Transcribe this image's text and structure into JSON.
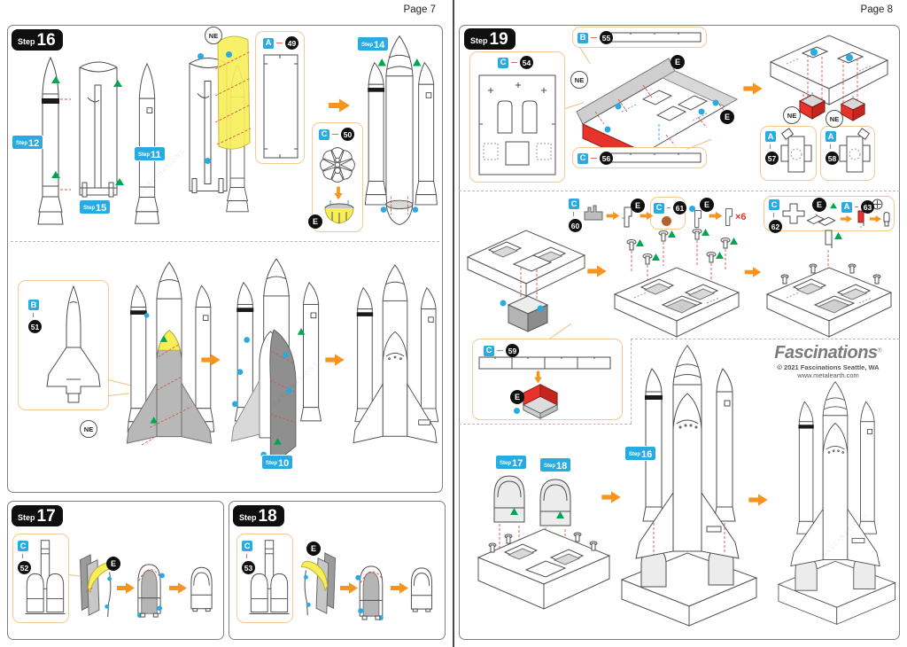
{
  "pages": {
    "p7": {
      "label": "Page 7"
    },
    "p8": {
      "label": "Page 8"
    }
  },
  "step_word": "Step",
  "steps": {
    "s16": "16",
    "s17": "17",
    "s18": "18",
    "s19": "19"
  },
  "chips": {
    "s10": "10",
    "s11": "11",
    "s12": "12",
    "s14": "14",
    "s15": "15",
    "s16": "16",
    "s17": "17",
    "s18": "18"
  },
  "parts": {
    "a49": {
      "letter": "A",
      "num": "49"
    },
    "c50": {
      "letter": "C",
      "num": "50"
    },
    "b51": {
      "letter": "B",
      "num": "51"
    },
    "c52": {
      "letter": "C",
      "num": "52"
    },
    "c53": {
      "letter": "C",
      "num": "53"
    },
    "c54": {
      "letter": "C",
      "num": "54"
    },
    "b55": {
      "letter": "B",
      "num": "55"
    },
    "c56": {
      "letter": "C",
      "num": "56"
    },
    "a57": {
      "letter": "A",
      "num": "57"
    },
    "a58": {
      "letter": "A",
      "num": "58"
    },
    "c59": {
      "letter": "C",
      "num": "59"
    },
    "c60": {
      "letter": "C",
      "num": "60"
    },
    "c61": {
      "letter": "C",
      "num": "61"
    },
    "c62": {
      "letter": "C",
      "num": "62"
    },
    "a63": {
      "letter": "A",
      "num": "63"
    }
  },
  "markers": {
    "ne": "NE",
    "e": "E",
    "qty": "×6"
  },
  "logo": {
    "brand": "Fascinations",
    "reg": "®",
    "copyright": "© 2021 Fascinations Seattle, WA",
    "website": "www.metalearth.com"
  },
  "watermark": "FASCINATIONS",
  "colors": {
    "chip_blue": "#29ABE2",
    "badge_black": "#111111",
    "arrow_orange": "#F7941D",
    "part_box_orange": "#F3C994",
    "highlight_yellow": "#F7EE58",
    "red": "#E8332A",
    "green": "#00A651",
    "copper": "#B4622D"
  }
}
